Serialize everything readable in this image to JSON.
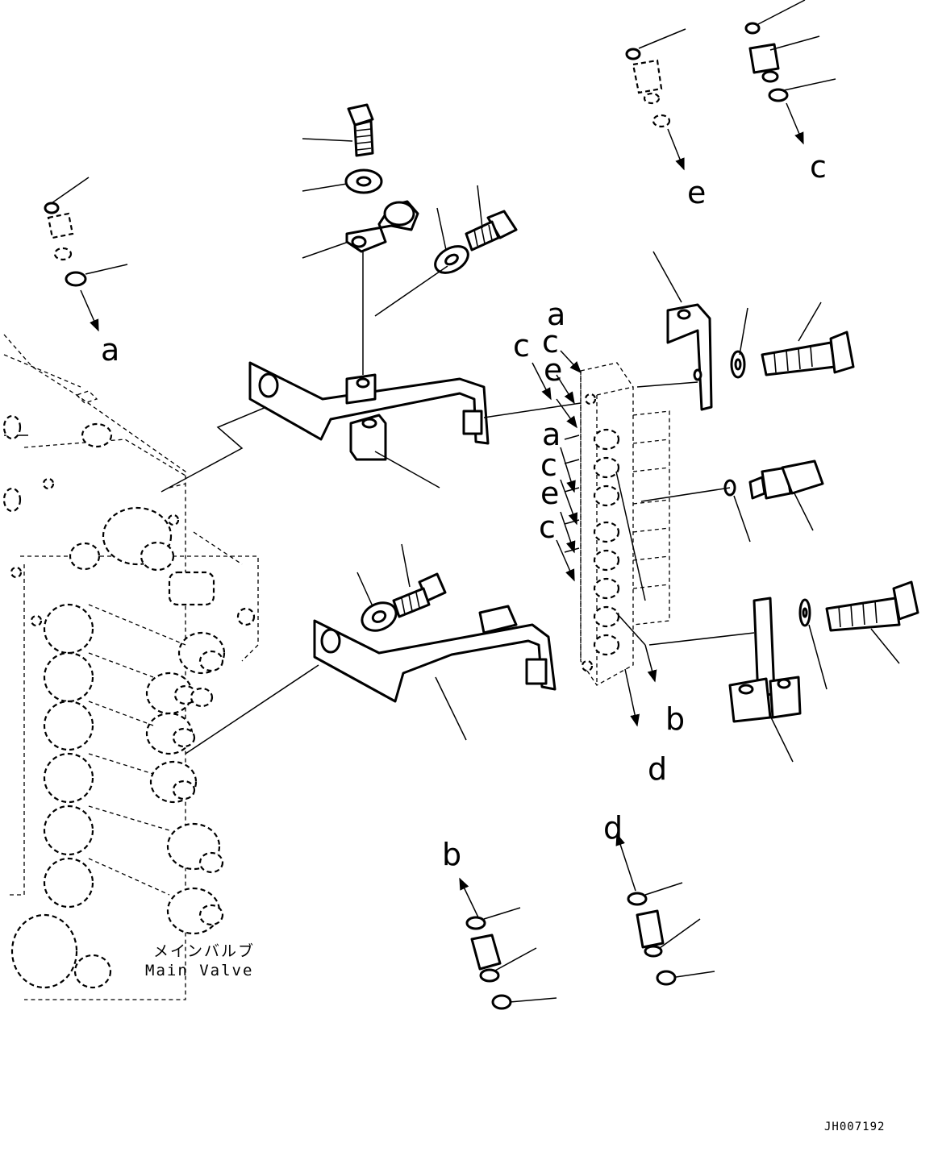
{
  "labels": {
    "a_top_left": "a",
    "c_top_right": "c",
    "e_top": "e",
    "b_bottom_right": "b",
    "d_bottom_right": "d",
    "b_bottom": "b",
    "d_bottom": "d",
    "block_ports": [
      "a",
      "c",
      "e",
      "c",
      "a",
      "c",
      "e",
      "c"
    ]
  },
  "caption": {
    "japanese": "メインバルブ",
    "english": "Main Valve"
  },
  "drawing_code": "JH007192"
}
